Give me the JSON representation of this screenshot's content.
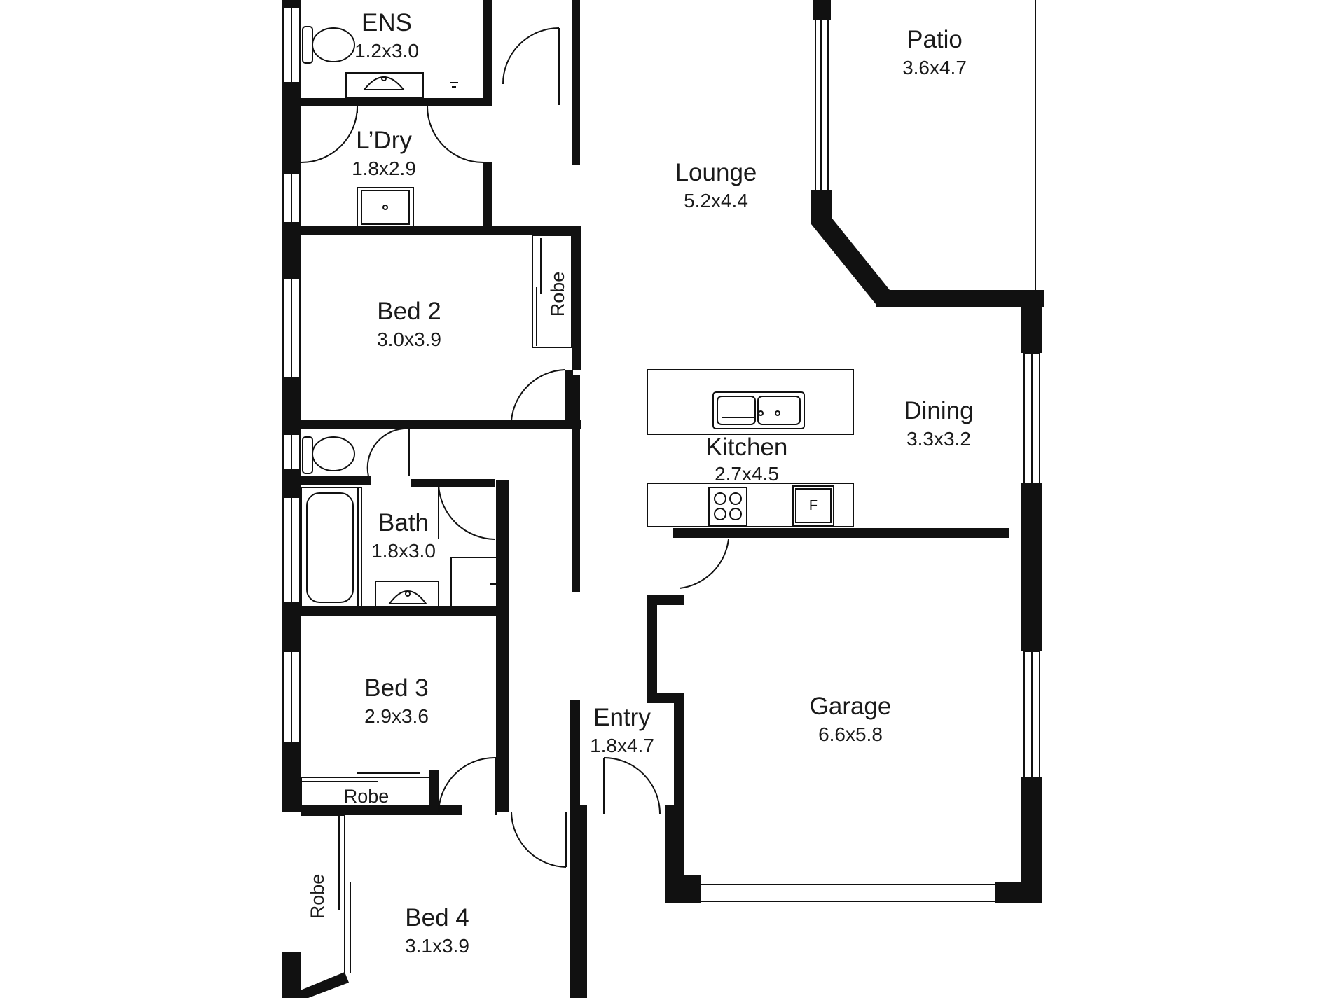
{
  "colors": {
    "wall": "#111111",
    "background": "#ffffff",
    "text": "#1a1a1a"
  },
  "rooms": {
    "ens": {
      "name": "ENS",
      "dims": "1.2x3.0"
    },
    "patio": {
      "name": "Patio",
      "dims": "3.6x4.7"
    },
    "ldry": {
      "name": "L’Dry",
      "dims": "1.8x2.9"
    },
    "lounge": {
      "name": "Lounge",
      "dims": "5.2x4.4"
    },
    "bed2": {
      "name": "Bed 2",
      "dims": "3.0x3.9"
    },
    "dining": {
      "name": "Dining",
      "dims": "3.3x3.2"
    },
    "kitchen": {
      "name": "Kitchen",
      "dims": "2.7x4.5"
    },
    "bath": {
      "name": "Bath",
      "dims": "1.8x3.0"
    },
    "bed3": {
      "name": "Bed 3",
      "dims": "2.9x3.6"
    },
    "garage": {
      "name": "Garage",
      "dims": "6.6x5.8"
    },
    "entry": {
      "name": "Entry",
      "dims": "1.8x4.7"
    },
    "bed4": {
      "name": "Bed 4",
      "dims": "3.1x3.9"
    }
  },
  "robes": {
    "bed2": "Robe",
    "bed3": "Robe",
    "bed4": "Robe"
  },
  "fixtures": {
    "fridge": "F"
  }
}
